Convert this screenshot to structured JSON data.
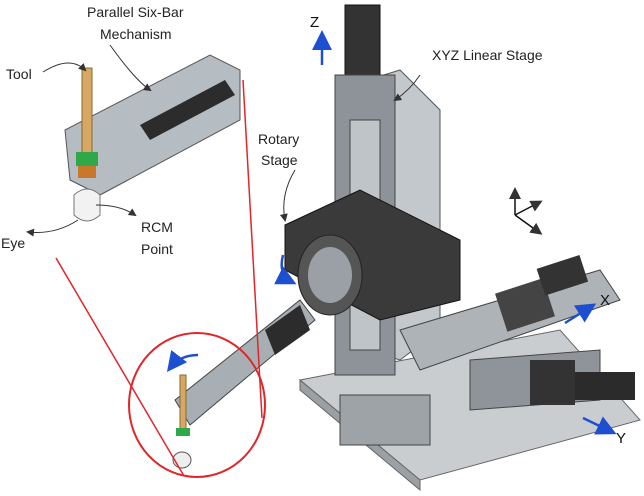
{
  "labels": {
    "mechanism_line1": "Parallel Six-Bar",
    "mechanism_line2": "Mechanism",
    "tool": "Tool",
    "eye": "Eye",
    "rcm_line1": "RCM",
    "rcm_line2": "Point",
    "rotary_line1": "Rotary",
    "rotary_line2": "Stage",
    "xyz_stage": "XYZ Linear Stage"
  },
  "axes": {
    "z": "Z",
    "x": "X",
    "y": "Y"
  },
  "colors": {
    "highlight": "#e0262a",
    "arrow": "#1f4fd1",
    "frame": "#b8bec3",
    "tool": "#d6a863"
  }
}
